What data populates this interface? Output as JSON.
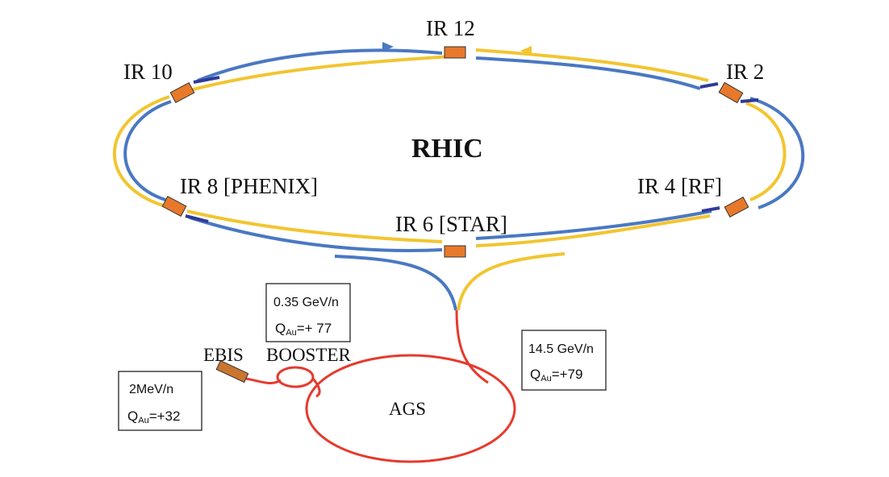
{
  "colors": {
    "blue_beam": "#4a78c2",
    "yellow_beam": "#f2c531",
    "dark_segment": "#2f3a99",
    "injection": "#e63a2e",
    "magnet": "#e8792b"
  },
  "diagram": {
    "title": "RHIC",
    "interaction_regions": [
      {
        "id": "ir12",
        "label": "IR 12"
      },
      {
        "id": "ir2",
        "label": "IR 2"
      },
      {
        "id": "ir4",
        "label": "IR 4 [RF]"
      },
      {
        "id": "ir6",
        "label": "IR 6 [STAR]"
      },
      {
        "id": "ir8",
        "label": "IR 8 [PHENIX]"
      },
      {
        "id": "ir10",
        "label": "IR 10"
      }
    ],
    "injectors": {
      "ebis": "EBIS",
      "booster": "BOOSTER",
      "ags": "AGS"
    },
    "boxes": {
      "ebis": {
        "energy": "2MeV/n",
        "charge_symbol": "Q",
        "charge_sub": "Au",
        "charge_value": "=+32"
      },
      "booster": {
        "energy": "0.35 GeV/n",
        "charge_symbol": "Q",
        "charge_sub": "Au",
        "charge_value": "=+ 77"
      },
      "ags": {
        "energy": "14.5 GeV/n",
        "charge_symbol": "Q",
        "charge_sub": "Au",
        "charge_value": "=+79"
      }
    }
  }
}
